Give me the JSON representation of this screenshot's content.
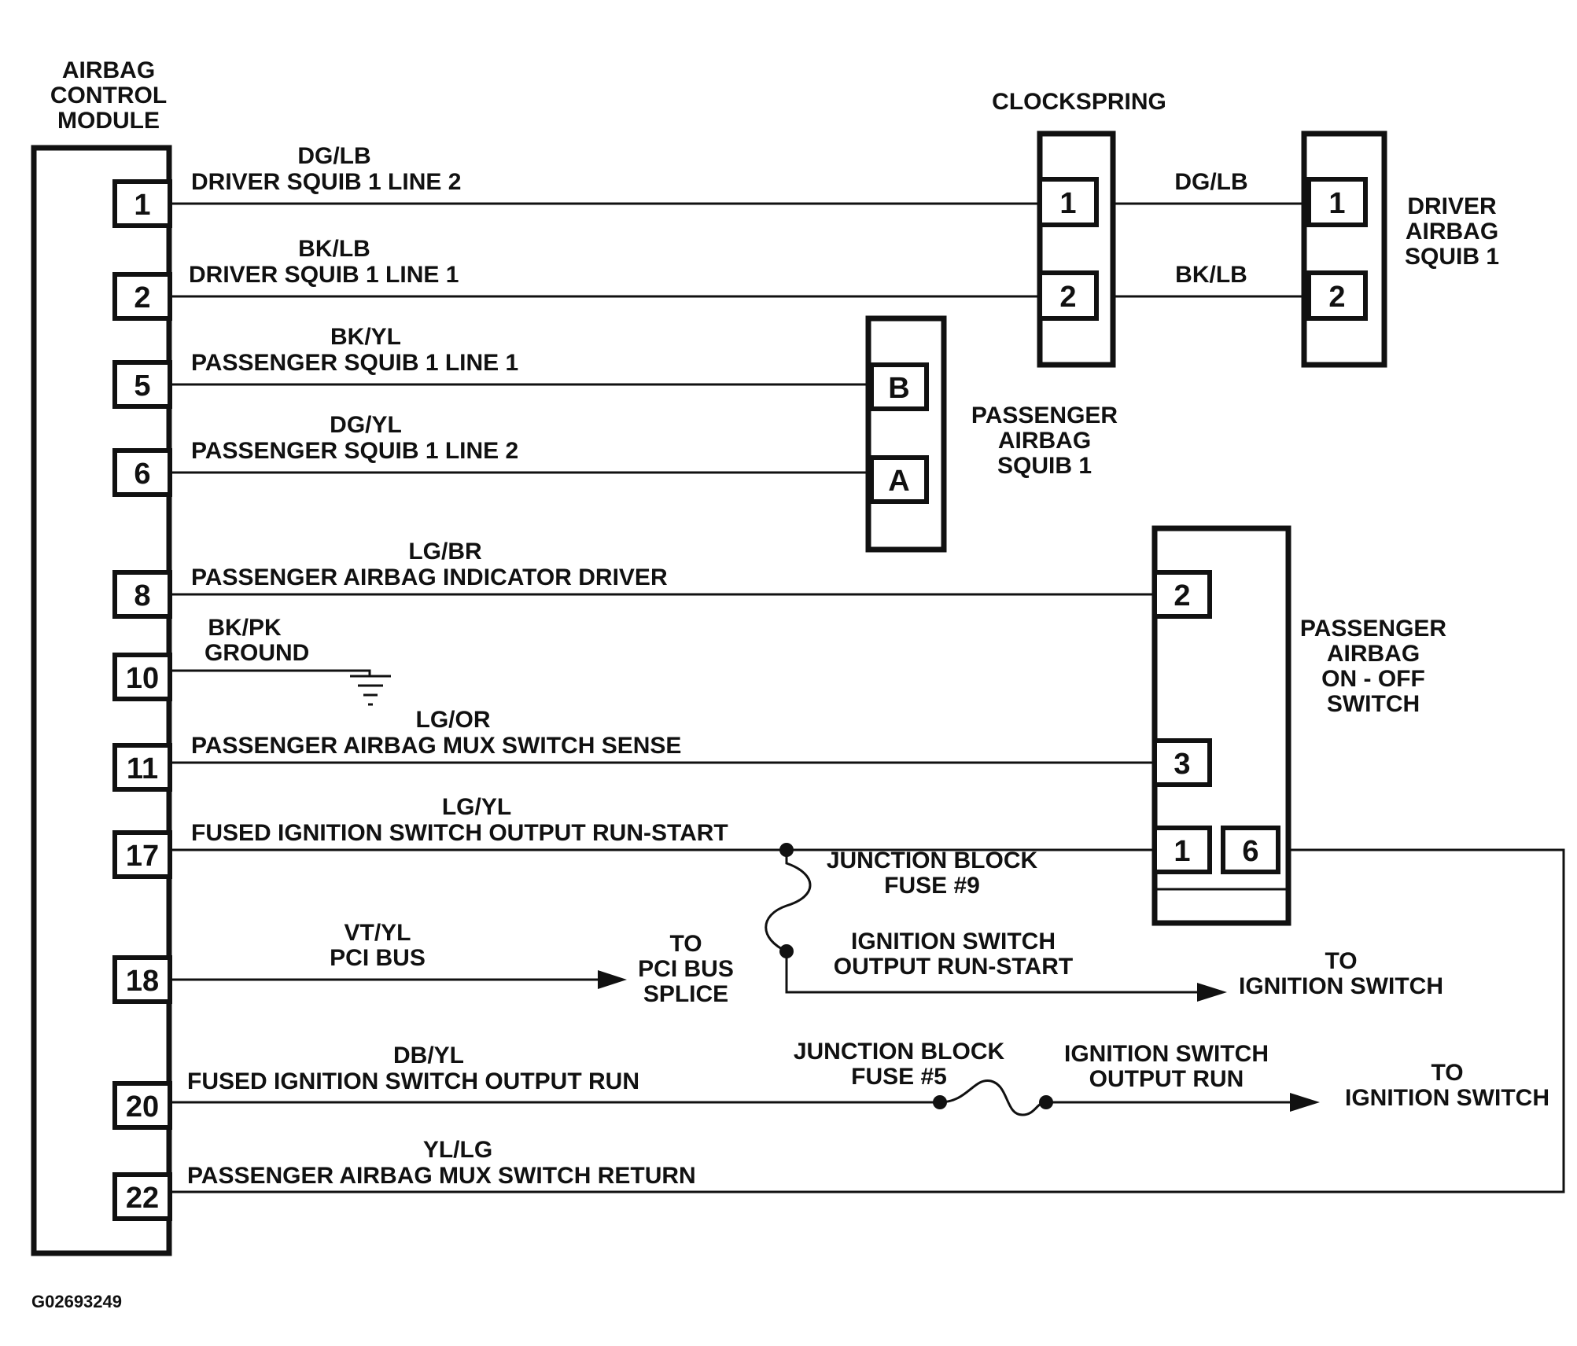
{
  "components": {
    "acm": [
      "AIRBAG",
      "CONTROL",
      "MODULE"
    ],
    "clockspring": "CLOCKSPRING",
    "driver_squib": [
      "DRIVER",
      "AIRBAG",
      "SQUIB 1"
    ],
    "passenger_squib": [
      "PASSENGER",
      "AIRBAG",
      "SQUIB 1"
    ],
    "onoff_switch": [
      "PASSENGER",
      "AIRBAG",
      "ON - OFF",
      "SWITCH"
    ]
  },
  "acm_pins": [
    "1",
    "2",
    "5",
    "6",
    "8",
    "10",
    "11",
    "17",
    "18",
    "20",
    "22"
  ],
  "circuits": [
    {
      "pin": "1",
      "color": "DG/LB",
      "name": "DRIVER SQUIB 1 LINE 2"
    },
    {
      "pin": "2",
      "color": "BK/LB",
      "name": "DRIVER SQUIB 1 LINE 1"
    },
    {
      "pin": "5",
      "color": "BK/YL",
      "name": "PASSENGER SQUIB 1 LINE 1"
    },
    {
      "pin": "6",
      "color": "DG/YL",
      "name": "PASSENGER SQUIB 1 LINE 2"
    },
    {
      "pin": "8",
      "color": "LG/BR",
      "name": "PASSENGER AIRBAG INDICATOR DRIVER"
    },
    {
      "pin": "10",
      "color": "BK/PK",
      "name": "GROUND"
    },
    {
      "pin": "11",
      "color": "LG/OR",
      "name": "PASSENGER AIRBAG MUX SWITCH SENSE"
    },
    {
      "pin": "17",
      "color": "LG/YL",
      "name": "FUSED IGNITION SWITCH OUTPUT RUN-START"
    },
    {
      "pin": "18",
      "color": "VT/YL",
      "name": "PCI BUS"
    },
    {
      "pin": "20",
      "color": "DB/YL",
      "name": "FUSED IGNITION SWITCH OUTPUT RUN"
    },
    {
      "pin": "22",
      "color": "YL/LG",
      "name": "PASSENGER AIRBAG MUX SWITCH RETURN"
    }
  ],
  "clockspring_pins": [
    "1",
    "2"
  ],
  "clockspring_wires": [
    "DG/LB",
    "BK/LB"
  ],
  "driver_squib_pins": [
    "1",
    "2"
  ],
  "passenger_squib_pins": [
    "B",
    "A"
  ],
  "switch_pins": [
    "2",
    "3",
    "1",
    "6"
  ],
  "fuse9": [
    "JUNCTION BLOCK",
    "FUSE #9"
  ],
  "fuse5": [
    "JUNCTION BLOCK",
    "FUSE #5"
  ],
  "ign_run_start": [
    "IGNITION SWITCH",
    "OUTPUT RUN-START"
  ],
  "ign_run": [
    "IGNITION SWITCH",
    "OUTPUT RUN"
  ],
  "to_pci": [
    "TO",
    "PCI BUS",
    "SPLICE"
  ],
  "to_ign_1": [
    "TO",
    "IGNITION SWITCH"
  ],
  "to_ign_2": [
    "TO",
    "IGNITION SWITCH"
  ],
  "figure_code": "G02693249"
}
